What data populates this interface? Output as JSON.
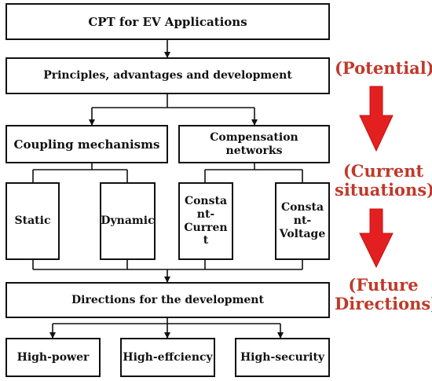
{
  "diagram": {
    "title_box": "CPT for EV Applications",
    "principles_box": "Principles, advantages and development",
    "coupling_box": "Coupling mechanisms",
    "compensation_box": "Compensation networks",
    "static_box": "Static",
    "dynamic_box": "Dynamic",
    "cc_box": "Constant-Current",
    "cv_box": "Constant-Voltage",
    "directions_box": "Directions for the development",
    "high_power_box": "High-power",
    "high_efficiency_box": "High-effciency",
    "high_security_box": "High-security"
  },
  "stages": {
    "potential": "(Potential)",
    "current_1": "(Current",
    "current_2": "situations)",
    "future_1": "(Future",
    "future_2": "Directions)"
  },
  "colors": {
    "stage_text": "#c0392b",
    "stage_arrow": "#e41f1f",
    "box_border": "#111111"
  }
}
